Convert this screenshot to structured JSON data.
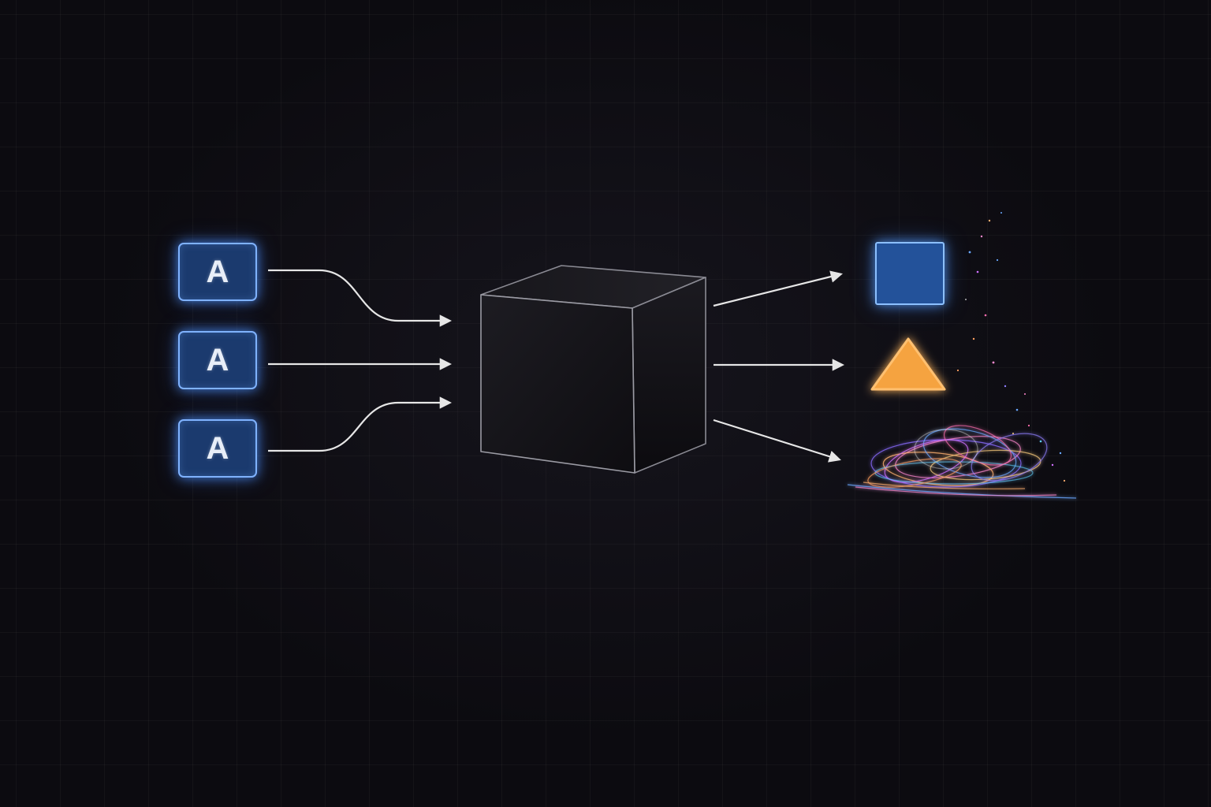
{
  "inputs": [
    {
      "label": "A"
    },
    {
      "label": "A"
    },
    {
      "label": "A"
    }
  ],
  "outputs": [
    {
      "shape": "square",
      "color": "#23529a"
    },
    {
      "shape": "triangle",
      "color": "#f5a340"
    },
    {
      "shape": "tangle",
      "color": "#c070ff"
    }
  ],
  "colors": {
    "background": "#0c0b10",
    "input_fill": "#1b3a6e",
    "input_glow": "#7fb2ff",
    "arrow": "#e6e6e6",
    "cube": "#141317"
  }
}
